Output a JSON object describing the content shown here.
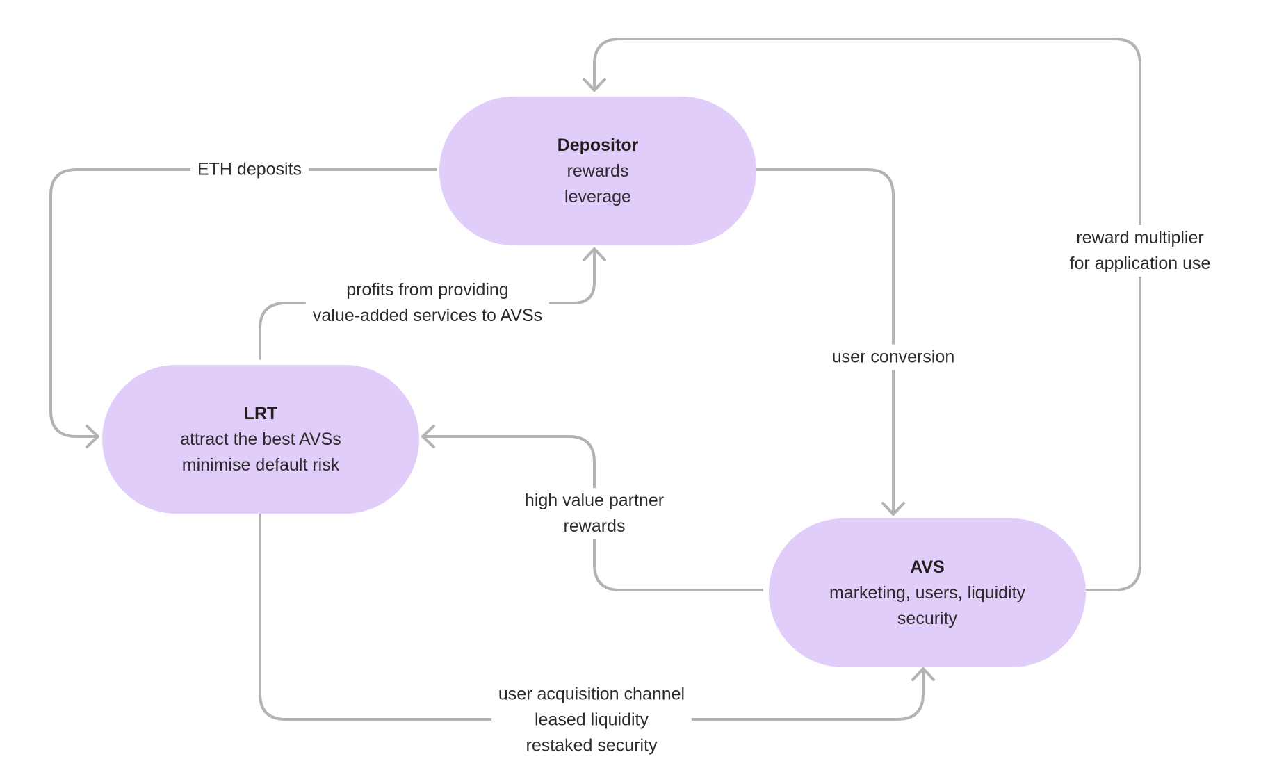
{
  "theme": {
    "node_fill": "#e0cdf9",
    "connector_color": "#b3b3b3",
    "text_color": "#2b2b2b"
  },
  "nodes": {
    "depositor": {
      "title": "Depositor",
      "lines": [
        "rewards",
        "leverage"
      ]
    },
    "lrt": {
      "title": "LRT",
      "lines": [
        "attract the best AVSs",
        "minimise default risk"
      ]
    },
    "avs": {
      "title": "AVS",
      "lines": [
        "marketing, users, liquidity",
        "security"
      ]
    }
  },
  "edges": [
    {
      "from": "Depositor",
      "to": "LRT",
      "label": [
        "ETH deposits"
      ]
    },
    {
      "from": "LRT",
      "to": "Depositor",
      "label": [
        "profits from providing",
        "value-added services to AVSs"
      ]
    },
    {
      "from": "Depositor",
      "to": "AVS",
      "label": [
        "user conversion"
      ]
    },
    {
      "from": "AVS",
      "to": "Depositor",
      "label": [
        "reward multiplier",
        "for application use"
      ]
    },
    {
      "from": "AVS",
      "to": "LRT",
      "label": [
        "high value partner",
        "rewards"
      ]
    },
    {
      "from": "LRT",
      "to": "AVS",
      "label": [
        "user acquisition channel",
        "leased liquidity",
        "restaked security"
      ]
    }
  ]
}
